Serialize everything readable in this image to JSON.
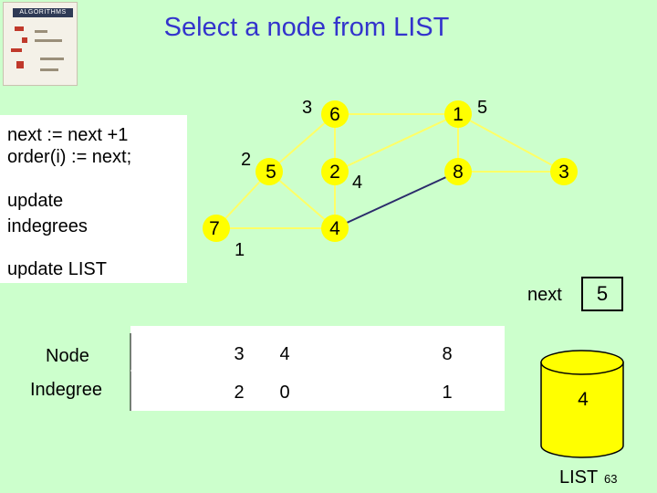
{
  "title": "Select a node from LIST",
  "book": {
    "title": "ALGORITHMS"
  },
  "pseudocode": {
    "line1": "next := next +1",
    "line2": "order(i) := next;",
    "line3a": "update",
    "line3b": "indegrees",
    "line4": "update LIST"
  },
  "graph": {
    "nodes": {
      "n6": "6",
      "n1": "1",
      "n5": "5",
      "n2": "2",
      "n8": "8",
      "n3": "3",
      "n7": "7",
      "n4": "4"
    },
    "order_numbers": {
      "near_6": "3",
      "near_1": "5",
      "near_5": "2",
      "near_2": "4",
      "near_7": "1"
    },
    "node_color": "#ffff00",
    "edge_color": "#ffff66",
    "highlight_edge_color": "#2b2b6b"
  },
  "next": {
    "label": "next",
    "value": "5"
  },
  "table": {
    "row_labels": [
      "Node",
      "Indegree"
    ],
    "nodes": [
      "3",
      "4",
      "8"
    ],
    "indegrees": [
      "2",
      "0",
      "1"
    ]
  },
  "list": {
    "label": "LIST",
    "items": [
      "4"
    ]
  },
  "page_number": "63"
}
